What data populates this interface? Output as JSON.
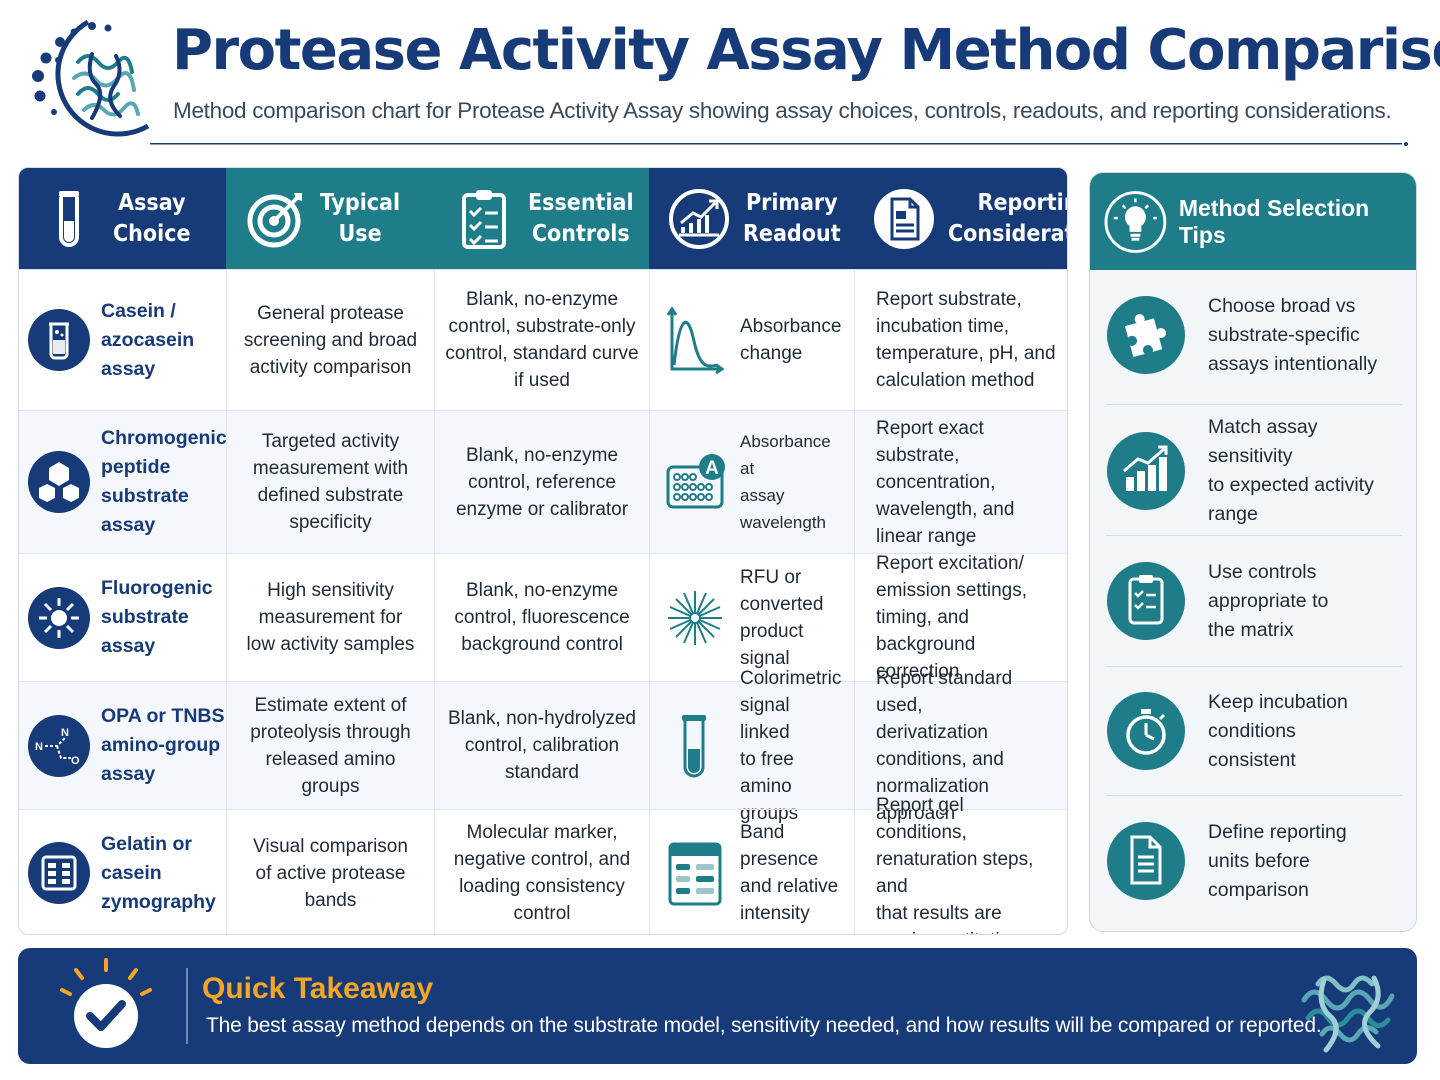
{
  "header": {
    "title": "Protease Activity Assay Method Comparison",
    "subtitle": "Method comparison chart for Protease Activity Assay showing assay choices, controls, readouts, and reporting considerations."
  },
  "table": {
    "columns": [
      {
        "label": "Assay\nChoice",
        "icon": "test-tube-icon"
      },
      {
        "label": "Typical\nUse",
        "icon": "target-icon"
      },
      {
        "label": "Essential\nControls",
        "icon": "clipboard-checklist-icon"
      },
      {
        "label": "Primary\nReadout",
        "icon": "chart-trend-icon"
      },
      {
        "label": "Reporting\nConsiderations",
        "icon": "document-icon"
      }
    ],
    "rows": [
      {
        "assay": "Casein /\nazocasein assay",
        "assay_icon": "beaker-icon",
        "use": "General protease\nscreening and broad\nactivity comparison",
        "controls": "Blank, no-enzyme\ncontrol, substrate-only\ncontrol, standard curve\nif used",
        "readout": "Absorbance\nchange",
        "readout_icon": "absorbance-curve-icon",
        "reporting": "Report substrate,\nincubation time,\ntemperature, pH, and\ncalculation method"
      },
      {
        "assay": "Chromogenic\npeptide substrate\nassay",
        "assay_icon": "molecule-icon",
        "use": "Targeted activity\nmeasurement with\ndefined substrate\nspecificity",
        "controls": "Blank, no-enzyme\ncontrol, reference\nenzyme or calibrator",
        "readout": "Absorbance at\nassay wavelength",
        "readout_icon": "plate-reader-icon",
        "reporting": "Report exact substrate,\nconcentration,\nwavelength, and\nlinear range"
      },
      {
        "assay": "Fluorogenic\nsubstrate assay",
        "assay_icon": "fluorescence-burst-icon",
        "use": "High sensitivity\nmeasurement for\nlow activity samples",
        "controls": "Blank, no-enzyme\ncontrol, fluorescence\nbackground control",
        "readout": "RFU or\nconverted\nproduct signal",
        "readout_icon": "starburst-icon",
        "reporting": "Report excitation/\nemission settings,\ntiming, and\nbackground correction"
      },
      {
        "assay": "OPA or TNBS\namino-group\nassay",
        "assay_icon": "amino-group-icon",
        "use": "Estimate extent of\nproteolysis through\nreleased amino\ngroups",
        "controls": "Blank, non-hydrolyzed\ncontrol, calibration\nstandard",
        "readout": "Colorimetric\nsignal linked\nto free amino\ngroups",
        "readout_icon": "test-tube-icon",
        "reporting": "Report standard used,\nderivatization\nconditions, and\nnormalization approach"
      },
      {
        "assay": "Gelatin or casein\nzymography",
        "assay_icon": "gel-grid-icon",
        "use": "Visual comparison\nof active protease\nbands",
        "controls": "Molecular marker,\nnegative control, and\nloading consistency\ncontrol",
        "readout": "Band presence\nand relative\nintensity",
        "readout_icon": "gel-bands-icon",
        "reporting": "Report gel conditions,\nrenaturation steps, and\nthat results are\nsemi-quantitative"
      }
    ]
  },
  "tips": {
    "title": "Method Selection Tips",
    "icon": "lightbulb-icon",
    "items": [
      {
        "text": "Choose broad vs\nsubstrate-specific\nassays intentionally",
        "icon": "puzzle-icon"
      },
      {
        "text": "Match assay sensitivity\nto expected activity\nrange",
        "icon": "bar-growth-icon"
      },
      {
        "text": "Use controls\nappropriate to\nthe matrix",
        "icon": "clipboard-icon"
      },
      {
        "text": "Keep incubation\nconditions\nconsistent",
        "icon": "stopwatch-icon"
      },
      {
        "text": "Define reporting\nunits before\ncomparison",
        "icon": "document-icon"
      }
    ]
  },
  "takeaway": {
    "title": "Quick Takeaway",
    "text": "The best assay method depends on the substrate model, sensitivity needed, and how results will be compared or reported.",
    "icon": "check-circle-icon"
  },
  "colors": {
    "navy": "#173a78",
    "teal": "#1f7d8a",
    "accent": "#f5a623",
    "text": "#1f2a36"
  }
}
